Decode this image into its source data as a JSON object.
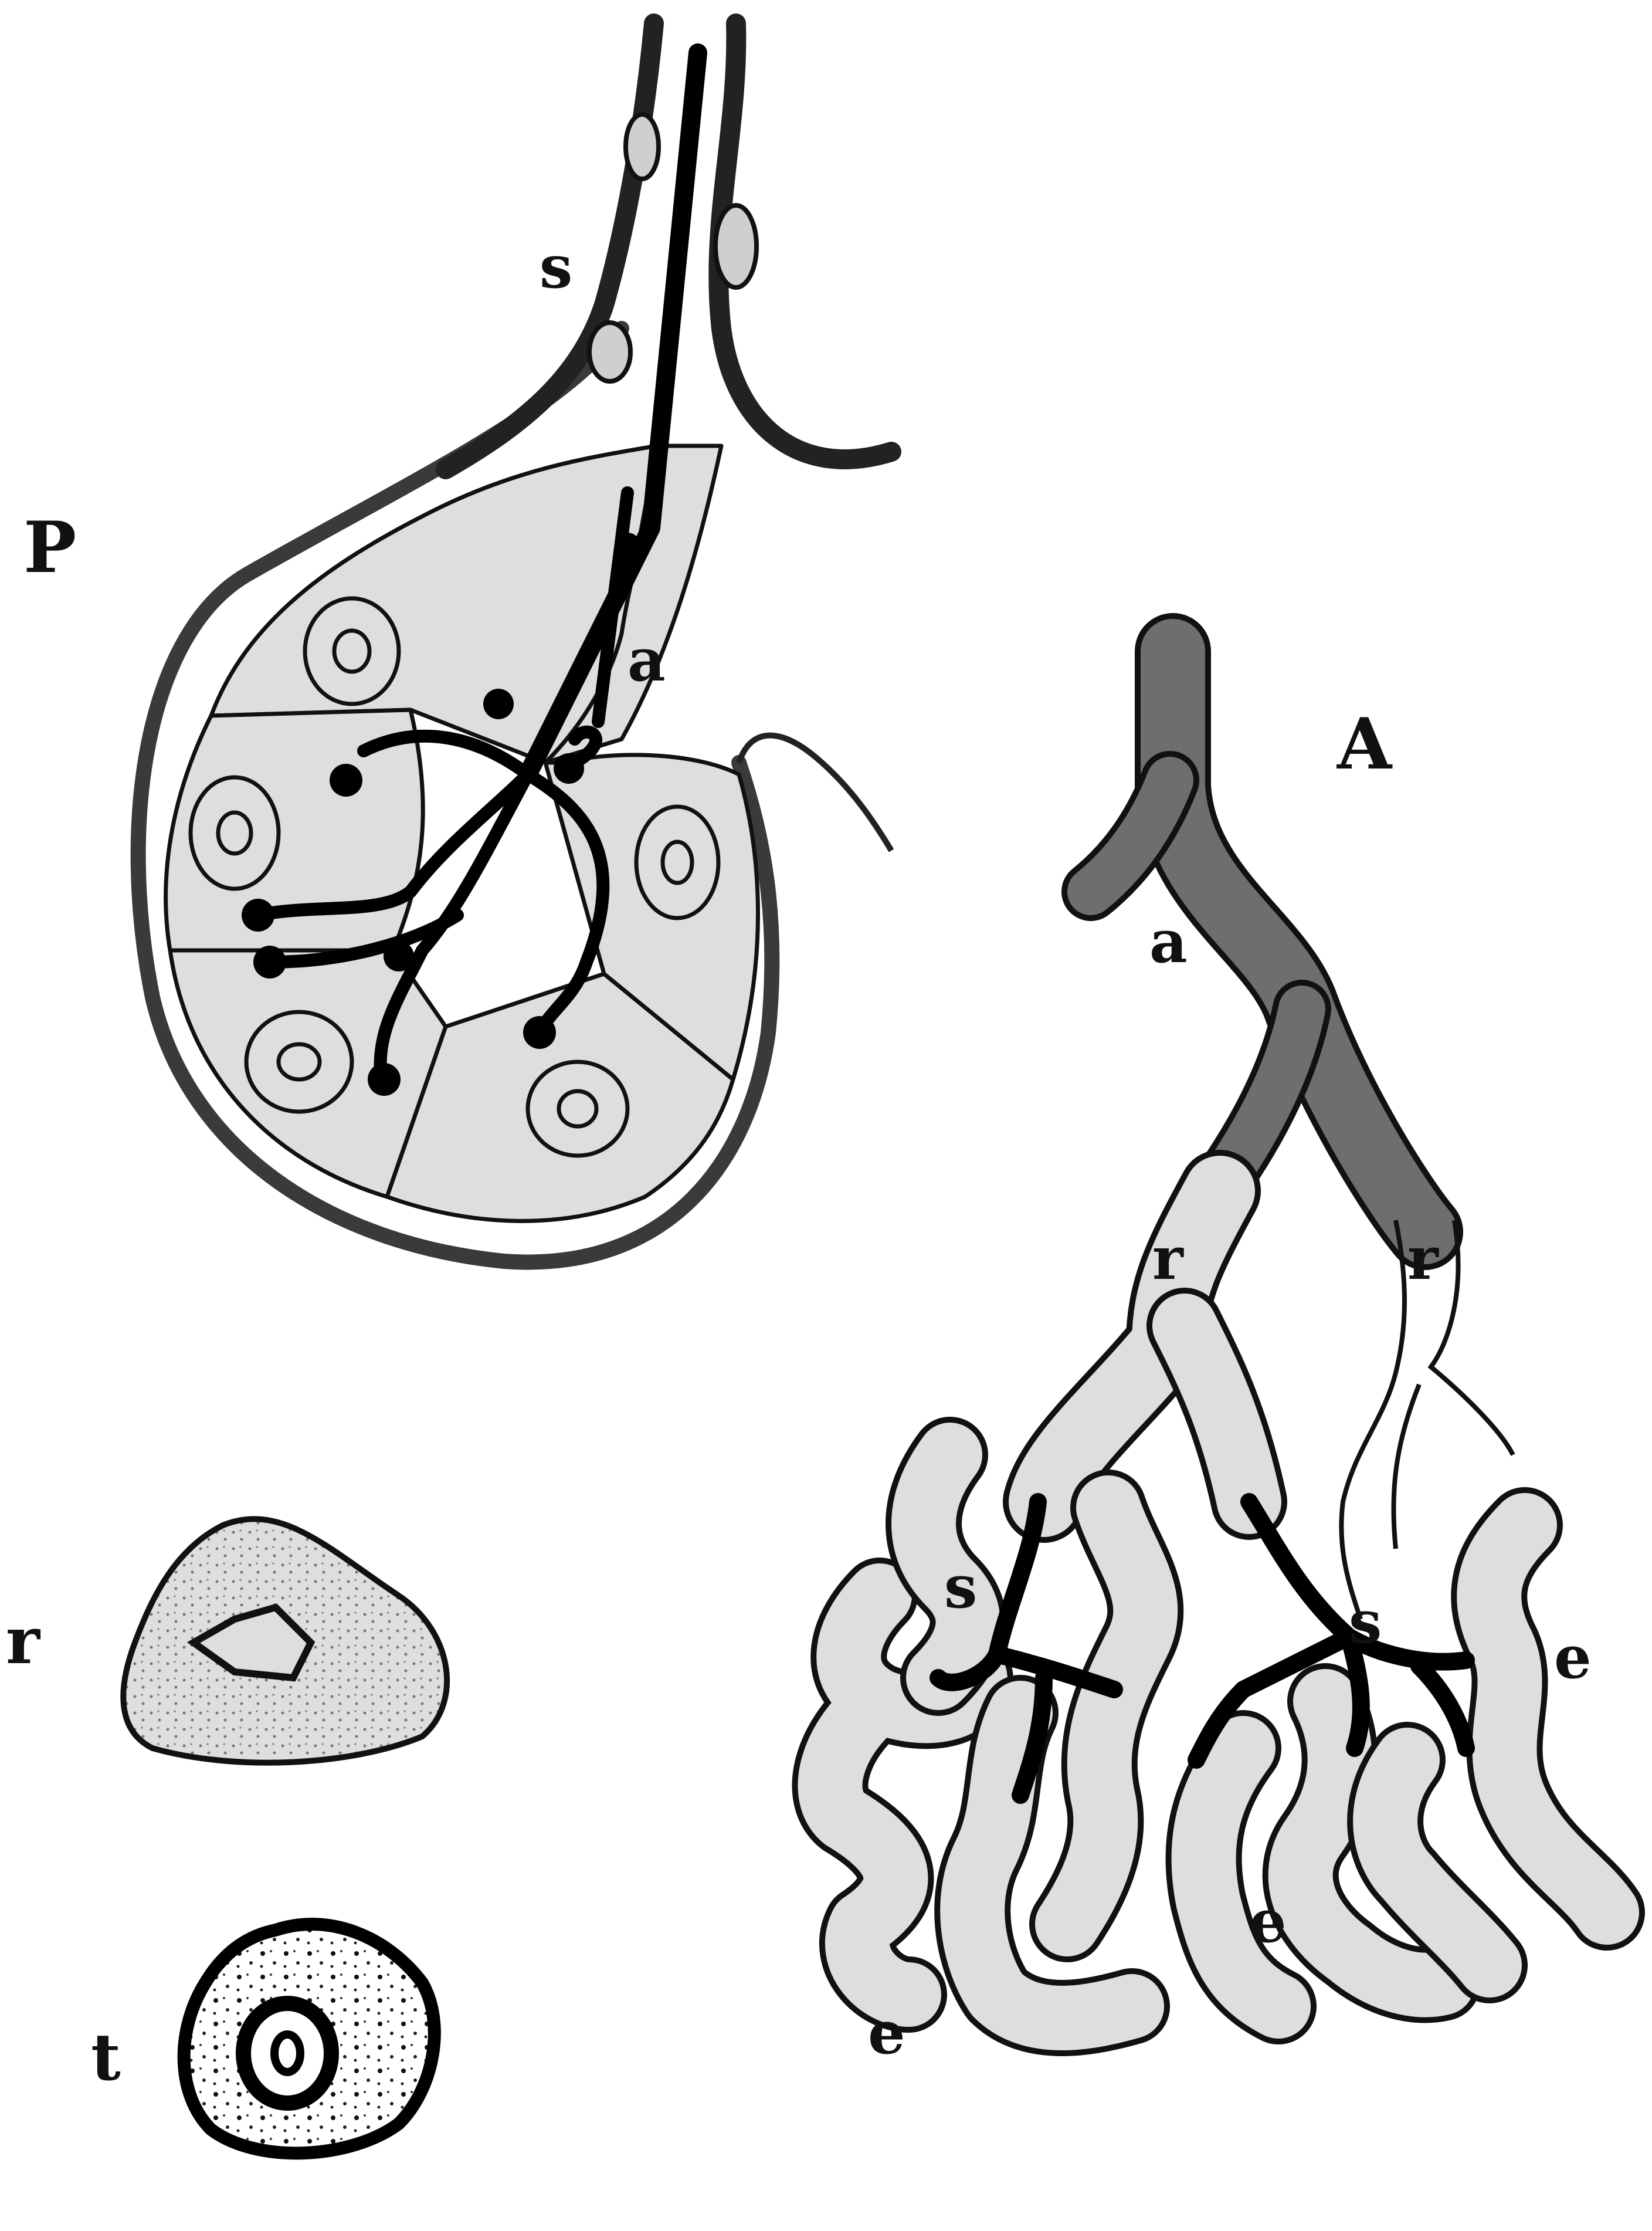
{
  "figure": {
    "panels": [
      {
        "id": "P",
        "label": "P",
        "parts": [
          {
            "label": "s"
          },
          {
            "label": "a"
          }
        ]
      },
      {
        "id": "A",
        "label": "A",
        "parts": [
          {
            "label": "a"
          },
          {
            "label": "r"
          },
          {
            "label": "r"
          },
          {
            "label": "s"
          },
          {
            "label": "s"
          },
          {
            "label": "e"
          },
          {
            "label": "e"
          },
          {
            "label": "e"
          }
        ]
      },
      {
        "id": "r-section",
        "label": "r"
      },
      {
        "id": "t-section",
        "label": "t"
      }
    ],
    "colors": {
      "ink": "#111111",
      "cell_fill": "#dedede",
      "artery_fill": "#6e6e6e"
    }
  }
}
